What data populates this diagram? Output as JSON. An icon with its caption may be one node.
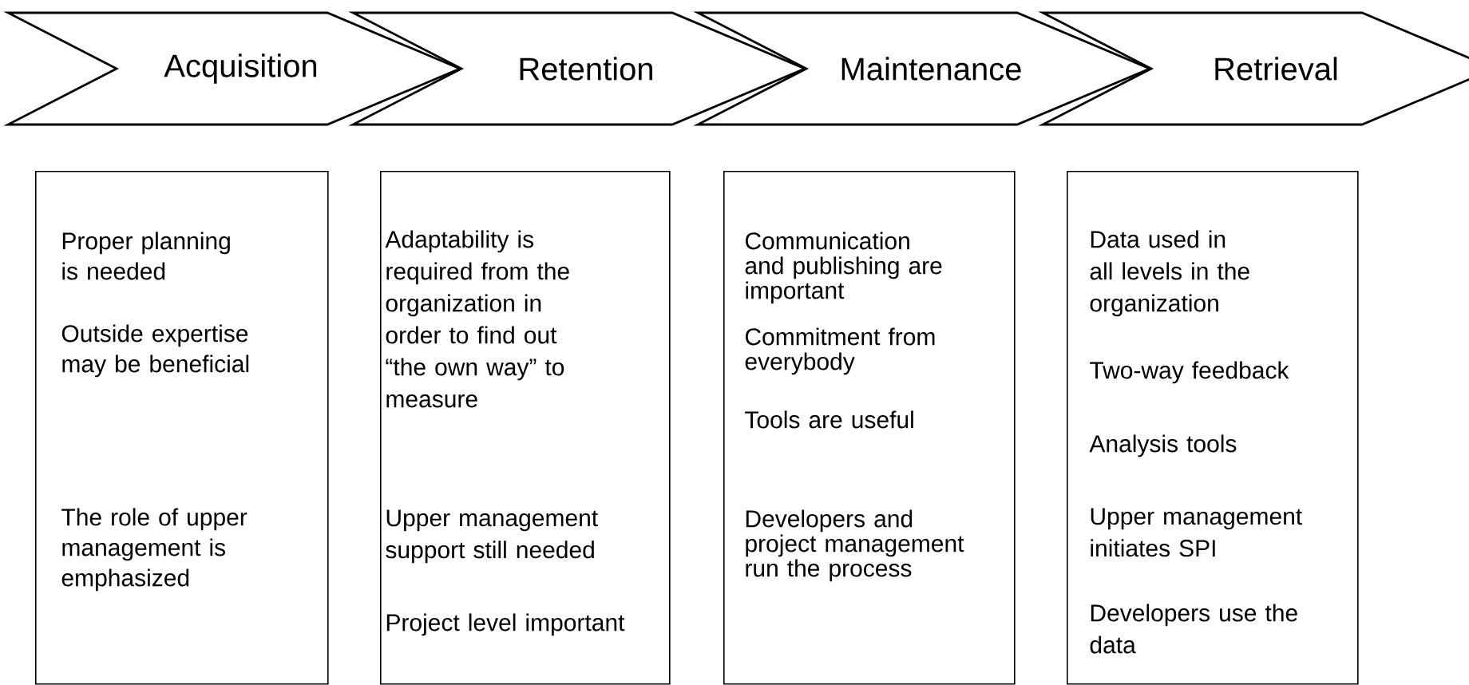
{
  "diagram": {
    "nodes": [
      {
        "text": [
          "Acquisition"
        ]
      },
      {
        "text": [
          "Retention"
        ]
      },
      {
        "text": [
          "Maintenance"
        ]
      },
      {
        "text": [
          "Retrieval"
        ]
      },
      {
        "text": [
          "Proper planning is needed",
          "Outside expertise may be beneficial",
          "The role of upper management is emphasized"
        ]
      },
      {
        "text": [
          "Adaptability is required from the organization in order to find out “the own way” to measure",
          "Upper management support still needed",
          "Project level important"
        ]
      },
      {
        "text": [
          "Communication and publishing are important",
          "Commitment from everybody",
          "Tools are useful",
          "Developers and project management run the process"
        ]
      },
      {
        "text": [
          "Data used in all levels in the organization",
          "Two-way feedback",
          "Analysis tools",
          "Upper management initiates SPI",
          "Developers use the data"
        ]
      }
    ]
  }
}
